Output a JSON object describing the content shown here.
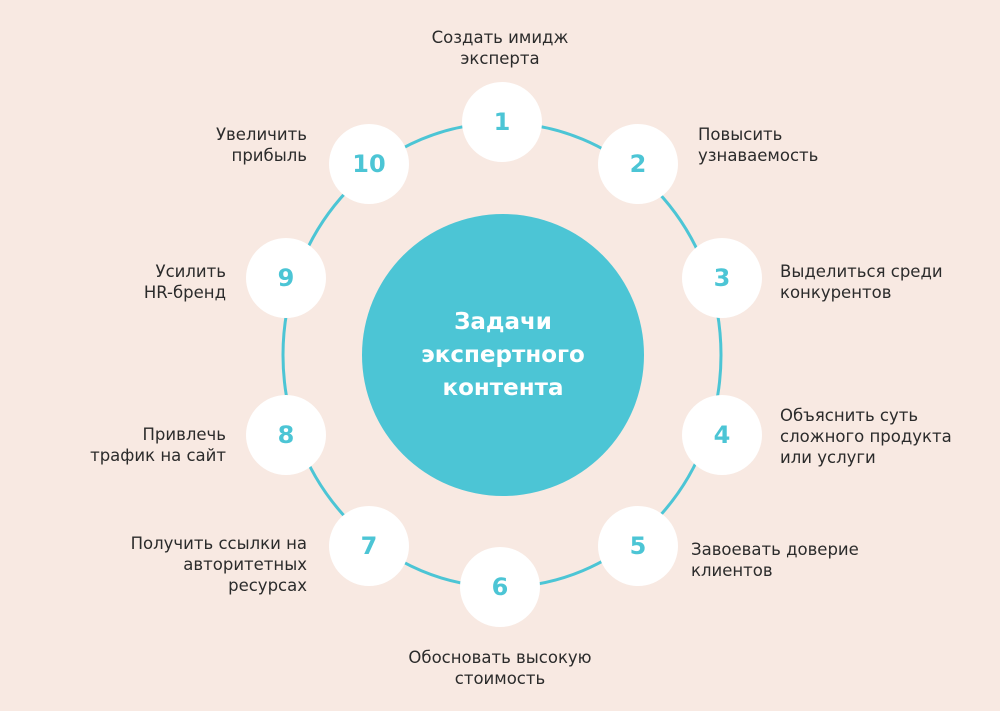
{
  "title": [
    "Задачи",
    "экспертного",
    "контента"
  ],
  "colors": {
    "accent": "#4cc5d5",
    "background": "#f8e9e2"
  },
  "items": [
    {
      "num": "1",
      "label": [
        "Создать имидж",
        "эксперта"
      ]
    },
    {
      "num": "2",
      "label": [
        "Повысить",
        "узнаваемость"
      ]
    },
    {
      "num": "3",
      "label": [
        "Выделиться среди",
        "конкурентов"
      ]
    },
    {
      "num": "4",
      "label": [
        "Объяснить суть",
        "сложного продукта",
        "или услуги"
      ]
    },
    {
      "num": "5",
      "label": [
        "Завоевать доверие",
        "клиентов"
      ]
    },
    {
      "num": "6",
      "label": [
        "Обосновать высокую",
        "стоимость"
      ]
    },
    {
      "num": "7",
      "label": [
        "Получить ссылки на",
        "авторитетных",
        "ресурсах"
      ]
    },
    {
      "num": "8",
      "label": [
        "Привлечь",
        "трафик на сайт"
      ]
    },
    {
      "num": "9",
      "label": [
        "Усилить",
        "HR-бренд"
      ]
    },
    {
      "num": "10",
      "label": [
        "Увеличить",
        "прибыль"
      ]
    }
  ]
}
